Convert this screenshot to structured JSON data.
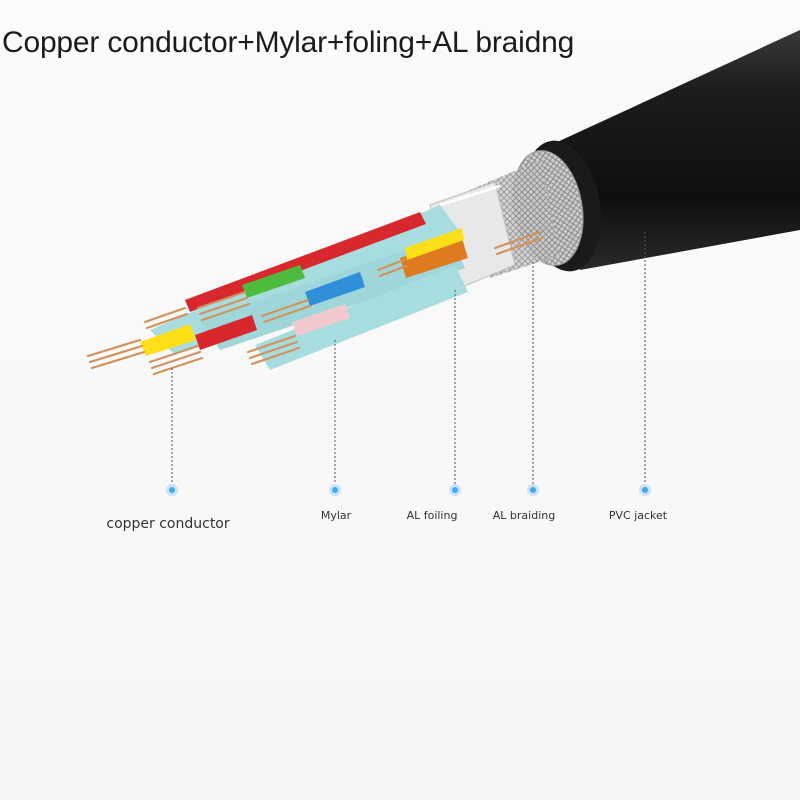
{
  "title": "Copper conductor+Mylar+foling+AL braidng",
  "callouts": [
    {
      "id": "copper",
      "label": "copper conductor"
    },
    {
      "id": "mylar",
      "label": "Mylar"
    },
    {
      "id": "foiling",
      "label": "AL foiling"
    },
    {
      "id": "braiding",
      "label": "AL braiding"
    },
    {
      "id": "jacket",
      "label": "PVC jacket"
    }
  ],
  "colors": {
    "jacket": "#141414",
    "insulation": "#a8dde0",
    "copper": "#d2925c",
    "foil": "#e4e4e4",
    "callout_dot": "#3fa9f5",
    "core_red": "#d8282e",
    "core_green": "#4cbb3e",
    "core_blue": "#2f8fd8",
    "core_yellow": "#ffe018",
    "core_orange": "#e07a20"
  }
}
